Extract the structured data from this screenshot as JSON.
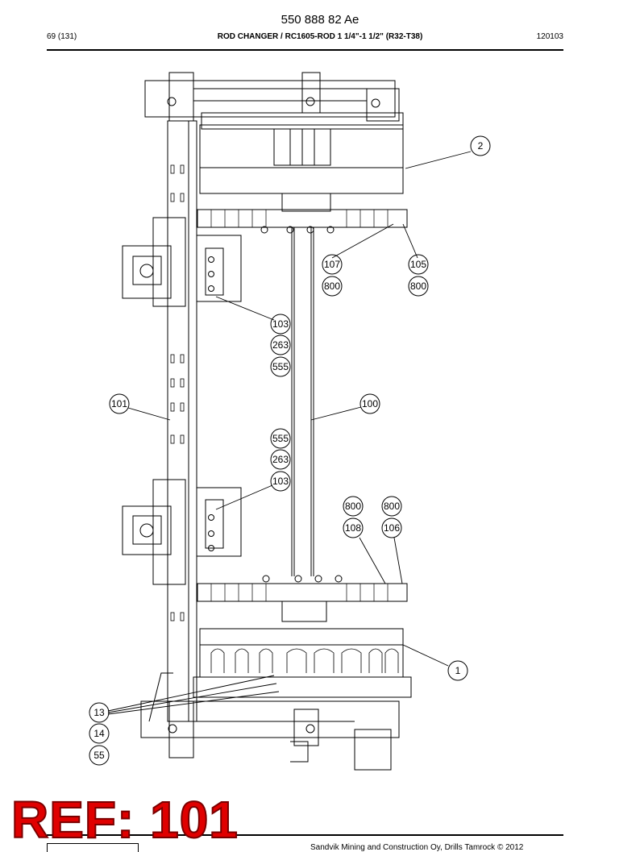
{
  "header": {
    "doc_number": "550 888 82 Ae",
    "page": "69 (131)",
    "title": "ROD CHANGER / RC1605-ROD 1 1/4\"-1 1/2\" (R32-T38)",
    "date_code": "120103"
  },
  "callouts": [
    "2",
    "107",
    "800",
    "105",
    "800",
    "103",
    "263",
    "555",
    "101",
    "100",
    "555",
    "263",
    "103",
    "800",
    "800",
    "108",
    "106",
    "1",
    "13",
    "14",
    "55"
  ],
  "stamp": "REF: 101",
  "footer": {
    "text": "Sandvik Mining and Construction Oy, Drills Tamrock © 2012"
  }
}
